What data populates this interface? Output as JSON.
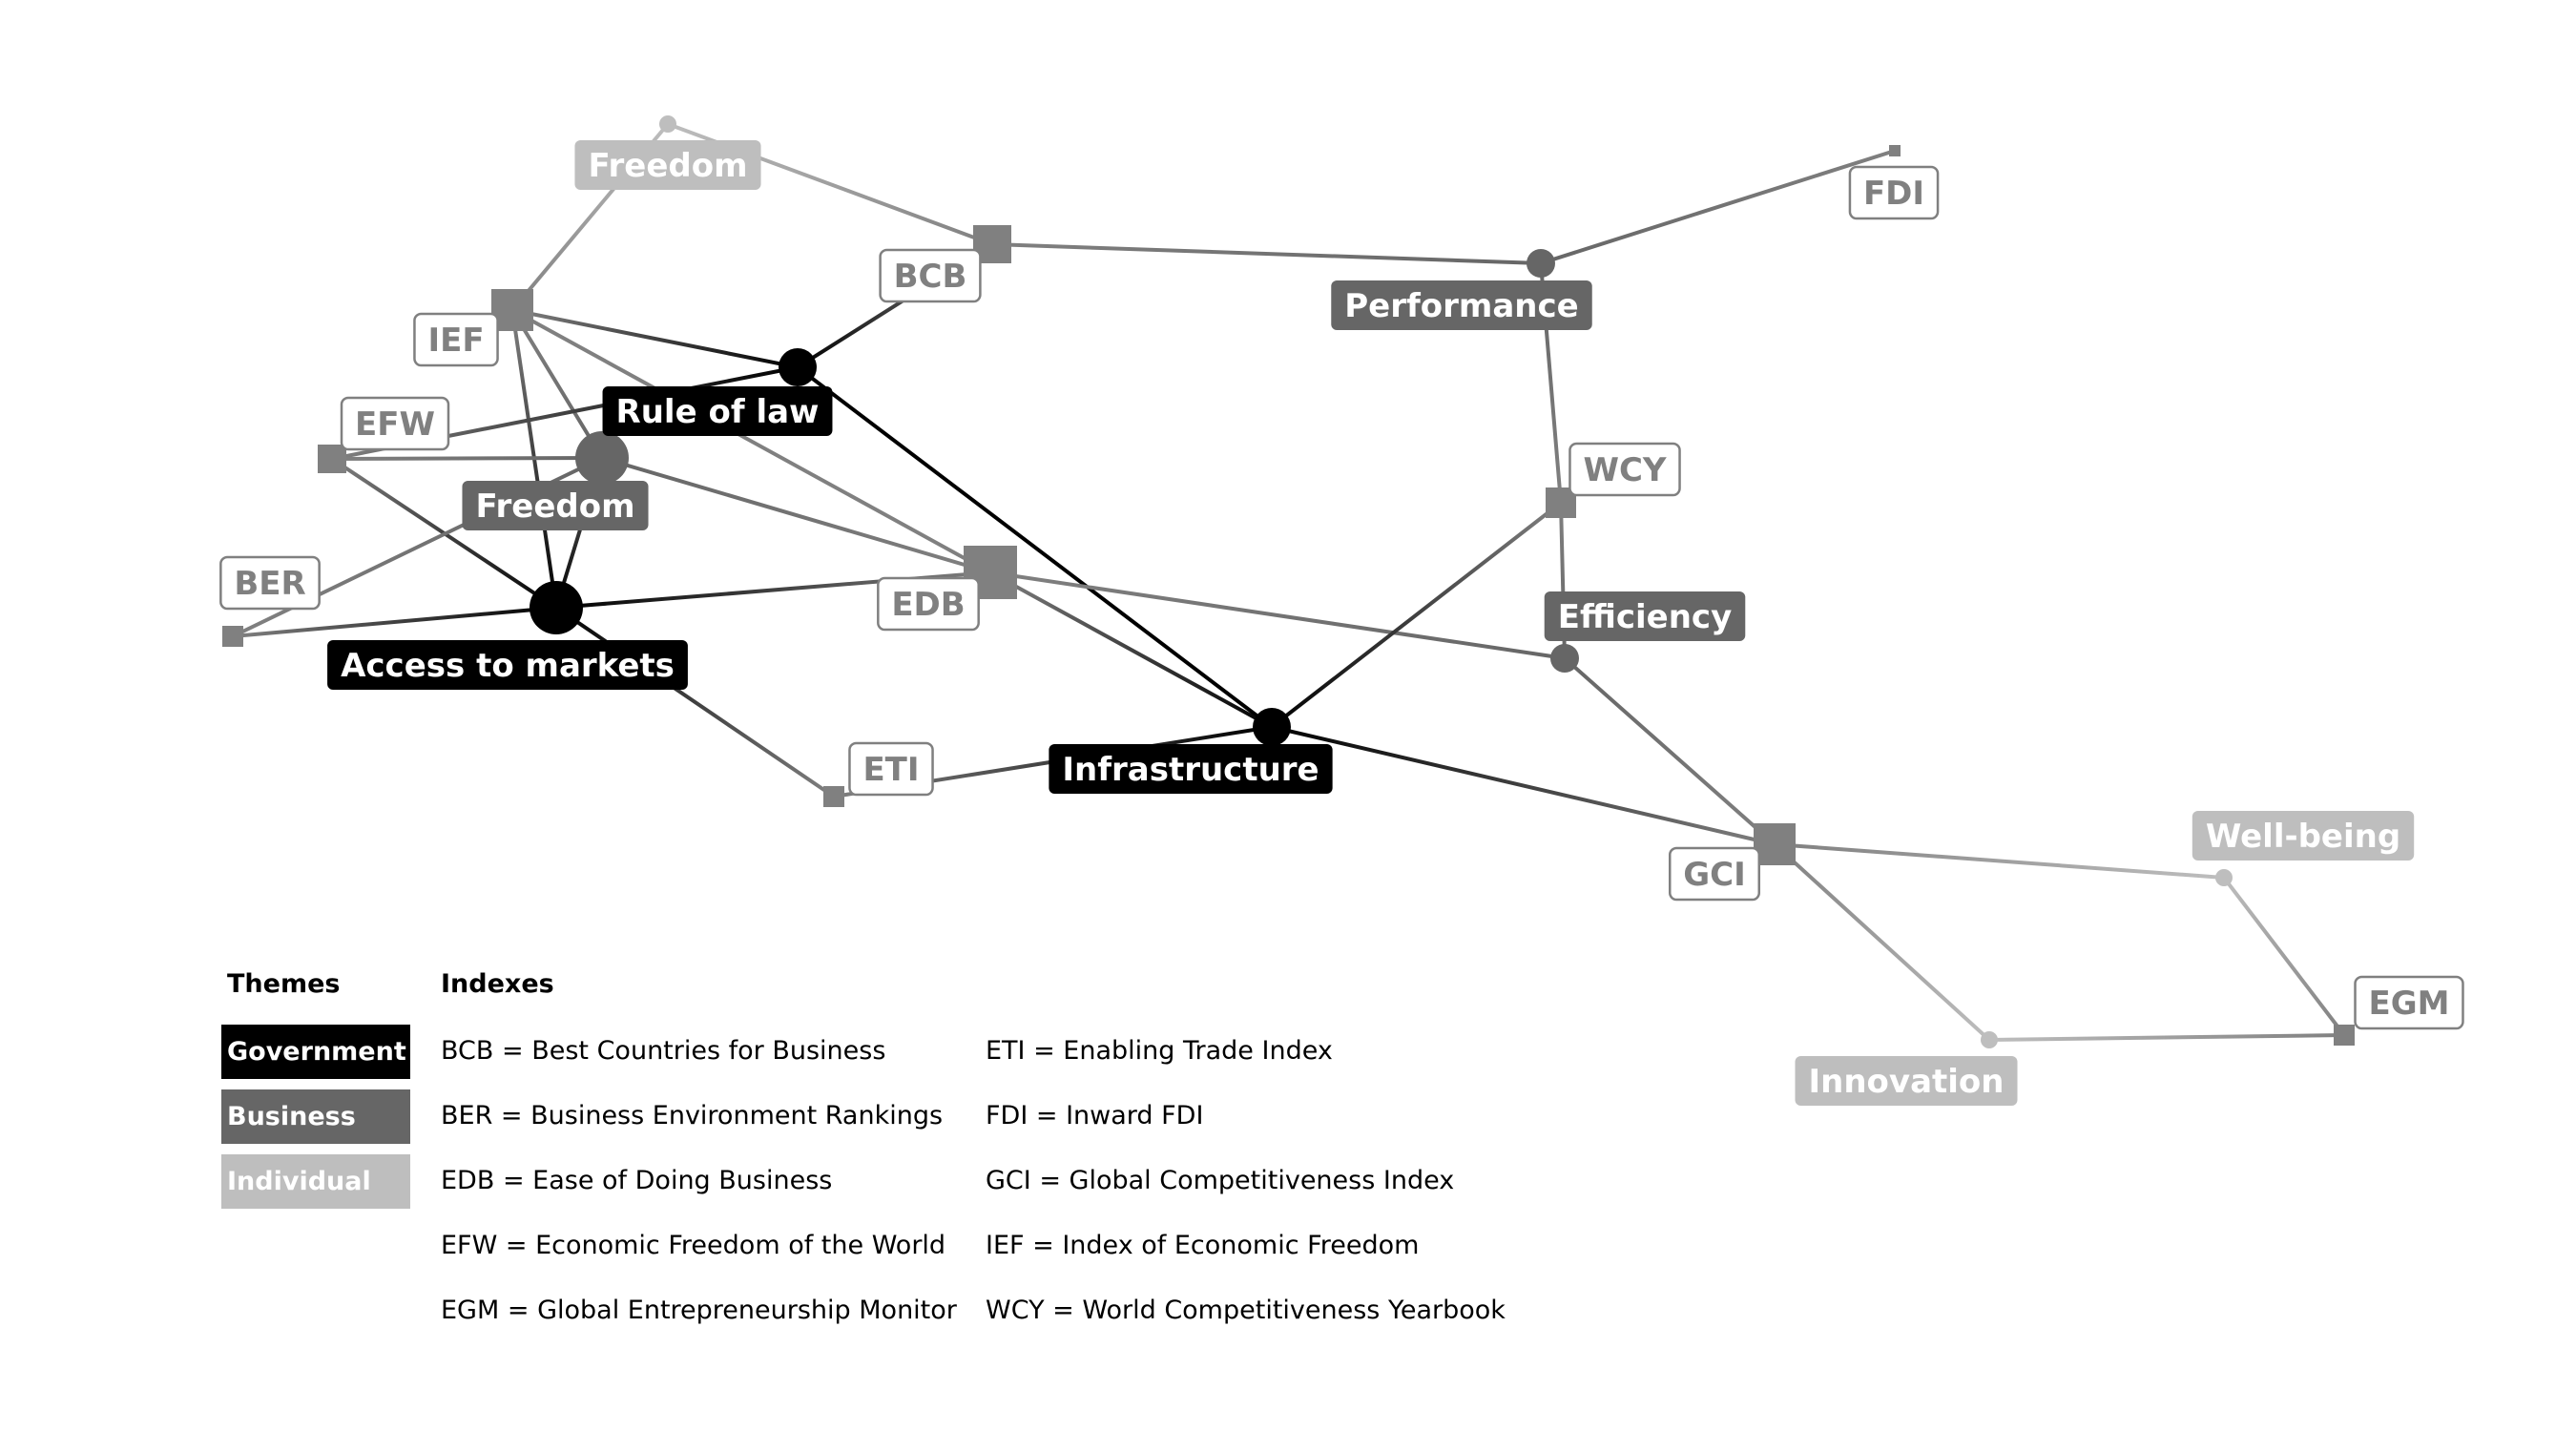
{
  "colors": {
    "government": "#000000",
    "business": "#666666",
    "individual": "#bebebe",
    "index": "#808080"
  },
  "themes": [
    {
      "id": "rule_of_law",
      "label": "Rule of law",
      "group": "government"
    },
    {
      "id": "access_to_markets",
      "label": "Access to markets",
      "group": "government"
    },
    {
      "id": "infrastructure",
      "label": "Infrastructure",
      "group": "government"
    },
    {
      "id": "freedom_business",
      "label": "Freedom",
      "group": "business"
    },
    {
      "id": "performance",
      "label": "Performance",
      "group": "business"
    },
    {
      "id": "efficiency",
      "label": "Efficiency",
      "group": "business"
    },
    {
      "id": "freedom_individual",
      "label": "Freedom",
      "group": "individual"
    },
    {
      "id": "well_being",
      "label": "Well-being",
      "group": "individual"
    },
    {
      "id": "innovation",
      "label": "Innovation",
      "group": "individual"
    }
  ],
  "indexes": [
    {
      "id": "BCB",
      "label": "BCB"
    },
    {
      "id": "BER",
      "label": "BER"
    },
    {
      "id": "EDB",
      "label": "EDB"
    },
    {
      "id": "EFW",
      "label": "EFW"
    },
    {
      "id": "EGM",
      "label": "EGM"
    },
    {
      "id": "ETI",
      "label": "ETI"
    },
    {
      "id": "FDI",
      "label": "FDI"
    },
    {
      "id": "GCI",
      "label": "GCI"
    },
    {
      "id": "IEF",
      "label": "IEF"
    },
    {
      "id": "WCY",
      "label": "WCY"
    }
  ],
  "edges": [
    [
      "freedom_individual",
      "BCB"
    ],
    [
      "freedom_individual",
      "IEF"
    ],
    [
      "BCB",
      "performance"
    ],
    [
      "BCB",
      "rule_of_law"
    ],
    [
      "performance",
      "FDI"
    ],
    [
      "performance",
      "WCY"
    ],
    [
      "IEF",
      "rule_of_law"
    ],
    [
      "IEF",
      "freedom_business"
    ],
    [
      "IEF",
      "access_to_markets"
    ],
    [
      "IEF",
      "EDB"
    ],
    [
      "EFW",
      "rule_of_law"
    ],
    [
      "EFW",
      "freedom_business"
    ],
    [
      "EFW",
      "access_to_markets"
    ],
    [
      "BER",
      "freedom_business"
    ],
    [
      "BER",
      "access_to_markets"
    ],
    [
      "rule_of_law",
      "infrastructure"
    ],
    [
      "freedom_business",
      "EDB"
    ],
    [
      "freedom_business",
      "access_to_markets"
    ],
    [
      "access_to_markets",
      "EDB"
    ],
    [
      "access_to_markets",
      "ETI"
    ],
    [
      "EDB",
      "infrastructure"
    ],
    [
      "EDB",
      "efficiency"
    ],
    [
      "ETI",
      "infrastructure"
    ],
    [
      "infrastructure",
      "WCY"
    ],
    [
      "infrastructure",
      "GCI"
    ],
    [
      "WCY",
      "efficiency"
    ],
    [
      "efficiency",
      "GCI"
    ],
    [
      "GCI",
      "well_being"
    ],
    [
      "GCI",
      "innovation"
    ],
    [
      "well_being",
      "EGM"
    ],
    [
      "innovation",
      "EGM"
    ]
  ],
  "legend": {
    "themes_title": "Themes",
    "indexes_title": "Indexes",
    "themes": [
      {
        "label": "Government",
        "group": "government"
      },
      {
        "label": "Business",
        "group": "business"
      },
      {
        "label": "Individual",
        "group": "individual"
      }
    ],
    "indexes_col1": [
      "BCB = Best Countries for Business",
      "BER = Business Environment Rankings",
      "EDB = Ease of Doing Business",
      "EFW = Economic Freedom of the World",
      "EGM = Global Entrepreneurship Monitor"
    ],
    "indexes_col2": [
      "ETI = Enabling Trade Index",
      "FDI = Inward FDI",
      "GCI = Global Competitiveness Index",
      "IEF = Index of Economic Freedom",
      "WCY = World Competitiveness Yearbook"
    ]
  }
}
